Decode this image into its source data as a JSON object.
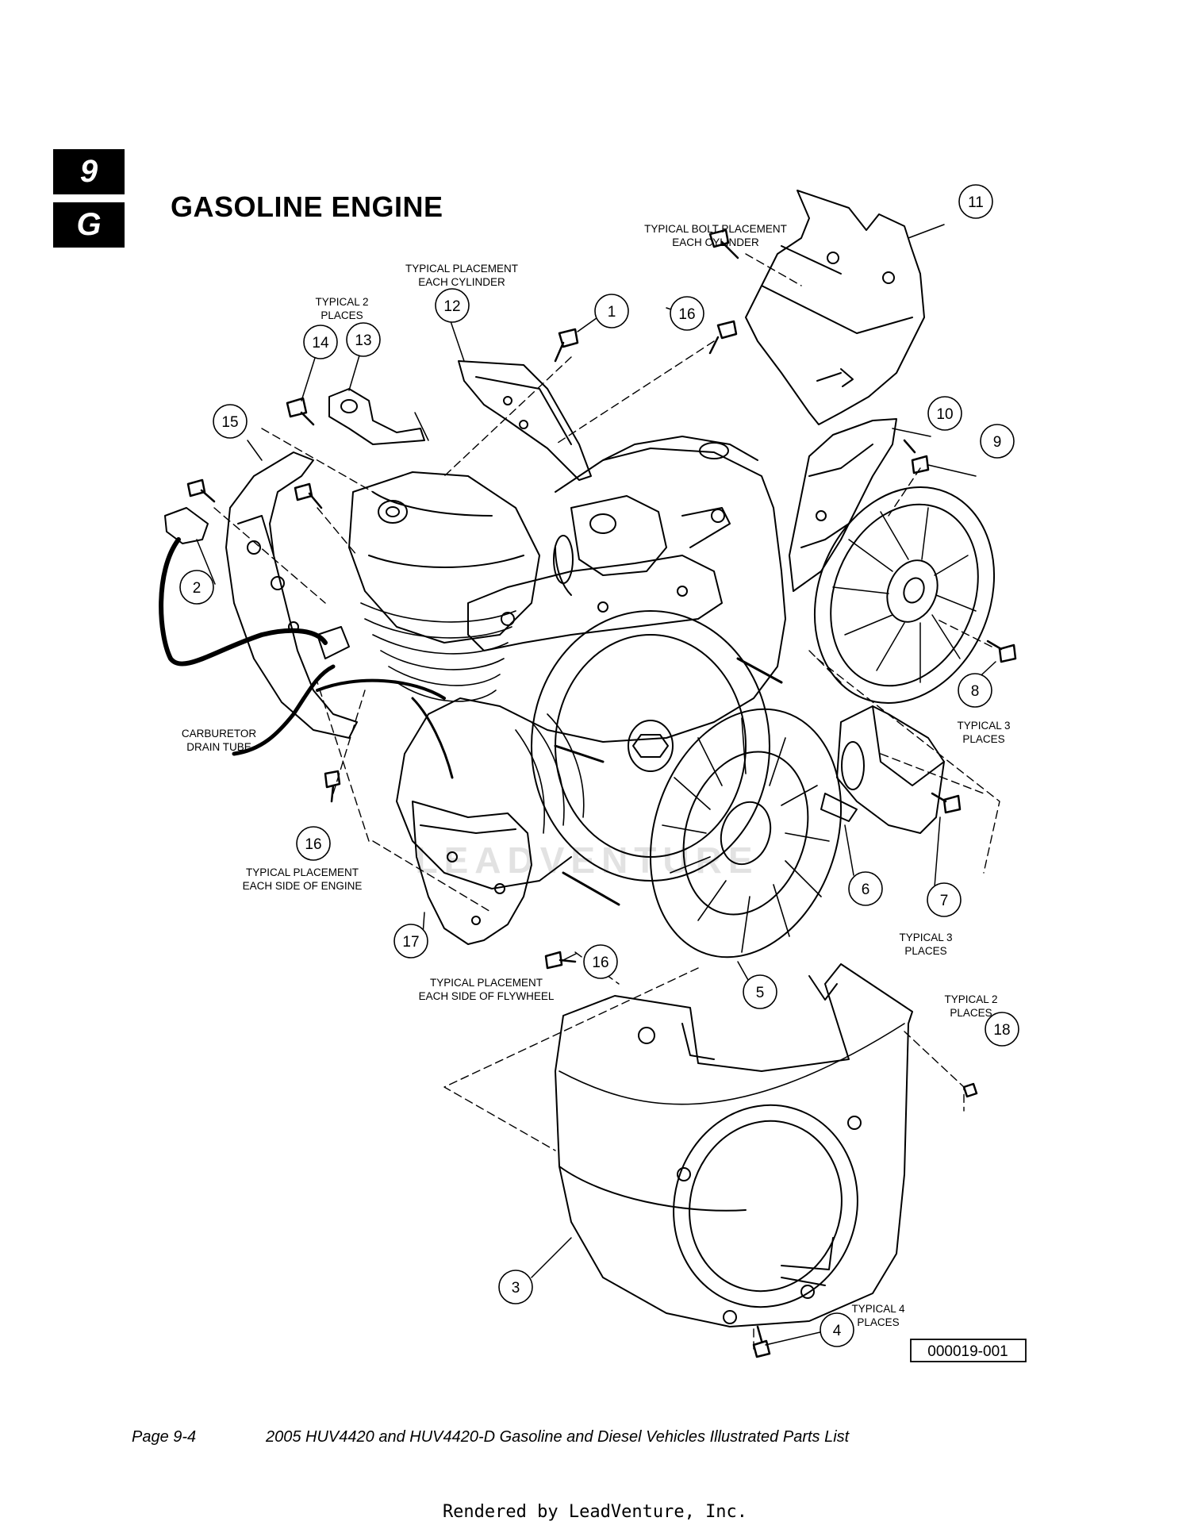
{
  "section": {
    "chapter": "9",
    "letter": "G",
    "title": "GASOLINE ENGINE"
  },
  "callouts": [
    {
      "id": "c1",
      "label": "1"
    },
    {
      "id": "c2",
      "label": "2"
    },
    {
      "id": "c3",
      "label": "3"
    },
    {
      "id": "c4",
      "label": "4"
    },
    {
      "id": "c5",
      "label": "5"
    },
    {
      "id": "c6",
      "label": "6"
    },
    {
      "id": "c7",
      "label": "7"
    },
    {
      "id": "c8",
      "label": "8"
    },
    {
      "id": "c9",
      "label": "9"
    },
    {
      "id": "c10",
      "label": "10"
    },
    {
      "id": "c11",
      "label": "11"
    },
    {
      "id": "c12",
      "label": "12"
    },
    {
      "id": "c13",
      "label": "13"
    },
    {
      "id": "c14",
      "label": "14"
    },
    {
      "id": "c15",
      "label": "15"
    },
    {
      "id": "c16a",
      "label": "16"
    },
    {
      "id": "c16b",
      "label": "16"
    },
    {
      "id": "c16c",
      "label": "16"
    },
    {
      "id": "c17",
      "label": "17"
    },
    {
      "id": "c18",
      "label": "18"
    }
  ],
  "notes": {
    "bolt_placement_line1": "TYPICAL BOLT  PLACEMENT",
    "bolt_placement_line2": "EACH  CYLINDER",
    "placement_cyl_line1": "TYPICAL PLACEMENT",
    "placement_cyl_line2": "EACH CYLINDER",
    "typical2_line1": "TYPICAL 2",
    "typical2_line2": "PLACES",
    "carb_line1": "CARBURETOR",
    "carb_line2": "DRAIN TUBE",
    "side_engine_line1": "TYPICAL PLACEMENT",
    "side_engine_line2": "EACH SIDE OF ENGINE",
    "flywheel_line1": "TYPICAL PLACEMENT",
    "flywheel_line2": "EACH SIDE OF FLYWHEEL",
    "typical3a_line1": "TYPICAL 3",
    "typical3a_line2": "PLACES",
    "typical3b_line1": "TYPICAL 3",
    "typical3b_line2": "PLACES",
    "typical2b_line1": "TYPICAL 2",
    "typical2b_line2": "PLACES",
    "typical4_line1": "TYPICAL 4",
    "typical4_line2": "PLACES"
  },
  "figure_id": "000019-001",
  "watermark": "LEADVENTURE",
  "footer": {
    "page": "Page 9-4",
    "title": "2005 HUV4420 and HUV4420-D Gasoline and Diesel Vehicles Illustrated Parts List",
    "rendered_by": "Rendered by LeadVenture, Inc."
  }
}
